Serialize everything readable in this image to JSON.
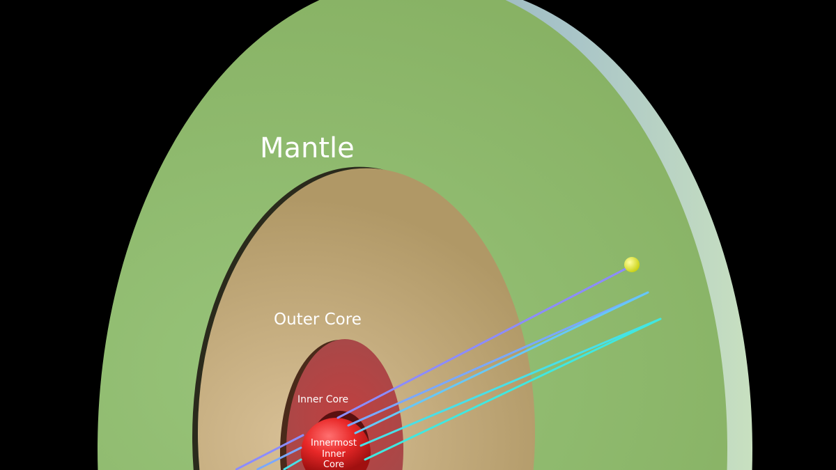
{
  "labels": {
    "mantle": "Mantle",
    "outer_core": "Outer Core",
    "inner_core": "Inner Core",
    "innermost_inner_core": [
      "Innermost",
      "Inner",
      "Core"
    ]
  },
  "colors": {
    "background": "#000000",
    "mantle": "#88b466",
    "mantle_rim": "#9ab8b8",
    "outer_core": "#b49c6a",
    "inner_core": "#b04848",
    "innermost_inner_core": "#e02828",
    "ray_purple": "#8c8cff",
    "ray_blue": "#7ab8ff",
    "ray_cyan": "#40e8e8",
    "seismometer": "#e8f040"
  }
}
